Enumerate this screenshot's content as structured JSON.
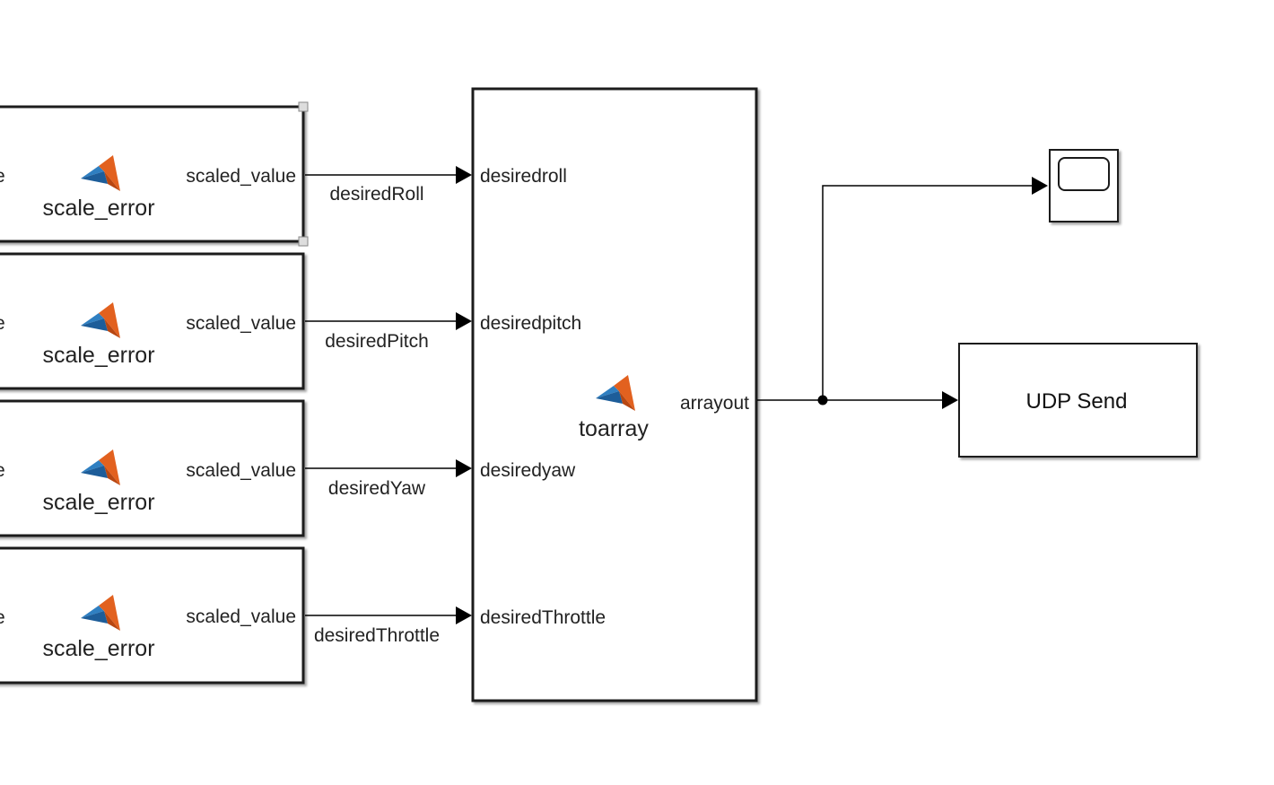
{
  "scale_blocks": [
    {
      "name": "scale_error",
      "input_port_label": "e",
      "output_port_label": "scaled_value",
      "signal_label": "desiredRoll",
      "selected": true,
      "icon": "matlab-function-icon"
    },
    {
      "name": "scale_error",
      "input_port_label": "e",
      "output_port_label": "scaled_value",
      "signal_label": "desiredPitch",
      "selected": false,
      "icon": "matlab-function-icon"
    },
    {
      "name": "scale_error",
      "input_port_label": "e",
      "output_port_label": "scaled_value",
      "signal_label": "desiredYaw",
      "selected": false,
      "icon": "matlab-function-icon"
    },
    {
      "name": "scale_error",
      "input_port_label": "e",
      "output_port_label": "scaled_value",
      "signal_label": "desiredThrottle",
      "selected": false,
      "icon": "matlab-function-icon"
    }
  ],
  "toarray_block": {
    "name": "toarray",
    "icon": "matlab-function-icon",
    "input_ports": [
      "desiredroll",
      "desiredpitch",
      "desiredyaw",
      "desiredThrottle"
    ],
    "output_port": "arrayout"
  },
  "scope_block": {
    "icon": "scope-icon"
  },
  "udp_block": {
    "label": "UDP Send"
  },
  "colors": {
    "line": "#000000",
    "block_border": "#1a1a1a",
    "icon_orange": "#e2611f",
    "icon_blue": "#2f7fc1"
  }
}
